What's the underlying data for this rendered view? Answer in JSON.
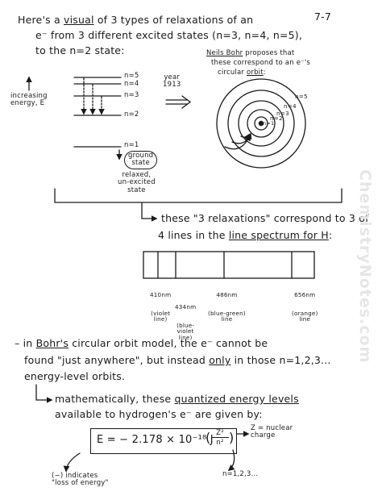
{
  "page_number": "7-7",
  "intro": {
    "line1_a": "Here's a ",
    "line1_visual": "visual",
    "line1_b": " of 3 types of relaxations of an",
    "line2": "e⁻ from 3 different excited states (n=3, n=4, n=5),",
    "line3": "to the n=2 state:"
  },
  "energy_diagram": {
    "axis_label": "increasing\nenergy, E",
    "levels": [
      {
        "label": "n=5"
      },
      {
        "label": "n=4"
      },
      {
        "label": "n=3"
      },
      {
        "label": "n=2"
      },
      {
        "label": "n=1"
      }
    ],
    "ground_state": "ground\nstate",
    "ground_note": "relaxed,\nun-excited\nstate"
  },
  "year_note": "year\n1913",
  "bohr": {
    "name": "Neils Bohr",
    "text_a": " proposes that",
    "text_b": "these correspond to an e⁻'s",
    "text_c": "circular ",
    "text_orbit": "orbit",
    "text_d": ":",
    "orbit_labels": [
      "n=5",
      "n=4",
      "n=3",
      "n=2",
      "n=1"
    ]
  },
  "spectrum": {
    "intro_a": "these \"3 relaxations\" correspond to 3 of",
    "intro_b": "4 lines in the ",
    "intro_link": "line spectrum for H",
    "intro_c": ":",
    "lines": [
      {
        "wavelength": "410nm",
        "color_label": "(violet\nline)"
      },
      {
        "wavelength": "434nm",
        "color_label": "(blue-\nviolet\nline)"
      },
      {
        "wavelength": "486nm",
        "color_label": "(blue-green)\nline"
      },
      {
        "wavelength": "656nm",
        "color_label": "(orange)\nline"
      }
    ]
  },
  "bohr_model": {
    "dash_a": "– in ",
    "dash_bohr": "Bohr's",
    "dash_b": " circular orbit model, the e⁻ cannot be",
    "line2_a": "found \"just anywhere\", but instead ",
    "line2_only": "only",
    "line2_b": " in those n=1,2,3...",
    "line3": "energy-level orbits."
  },
  "quantized": {
    "line1_a": "mathematically, these ",
    "line1_q": "quantized energy levels",
    "line2": "available to hydrogen's e⁻ are given by:"
  },
  "equation": {
    "main": "E = − 2.178 × 10⁻¹⁸ J",
    "numerator": "Z²",
    "denominator": "n²",
    "z_note": "Z = nuclear\ncharge",
    "n_note": "n=1,2,3...",
    "sign_note": "(−) indicates\n\"loss of energy\""
  },
  "watermark": "ChemistryNotes.com"
}
